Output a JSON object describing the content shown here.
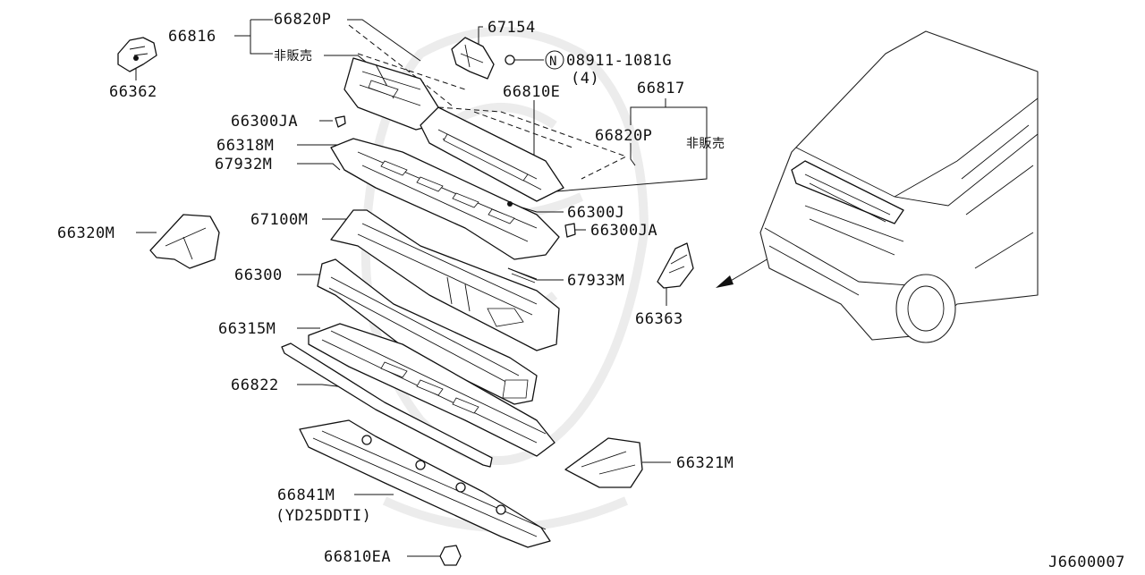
{
  "diagram_id": "J6600007",
  "part_labels": {
    "p66816": "66816",
    "p66820P_top": "66820P",
    "nonsale_top": "非販売",
    "p67154": "67154",
    "nut_symbol": "N",
    "nut_part": "08911-1081G",
    "nut_qty": "(4)",
    "p66362": "66362",
    "p66810E": "66810E",
    "p66817": "66817",
    "p66820P_right": "66820P",
    "nonsale_right": "非販売",
    "p66300JA_top": "66300JA",
    "p66318M": "66318M",
    "p67932M": "67932M",
    "p66300J": "66300J",
    "p66300JA_mid": "66300JA",
    "p67100M": "67100M",
    "p66320M": "66320M",
    "p66300": "66300",
    "p67933M": "67933M",
    "p66363": "66363",
    "p66315M": "66315M",
    "p66822": "66822",
    "p66321M": "66321M",
    "p66841M": "66841M",
    "p66841M_note": "(YD25DDTI)",
    "p66810EA": "66810EA"
  },
  "colors": {
    "line": "#111111",
    "background": "#ffffff",
    "watermark": "#ececec"
  }
}
